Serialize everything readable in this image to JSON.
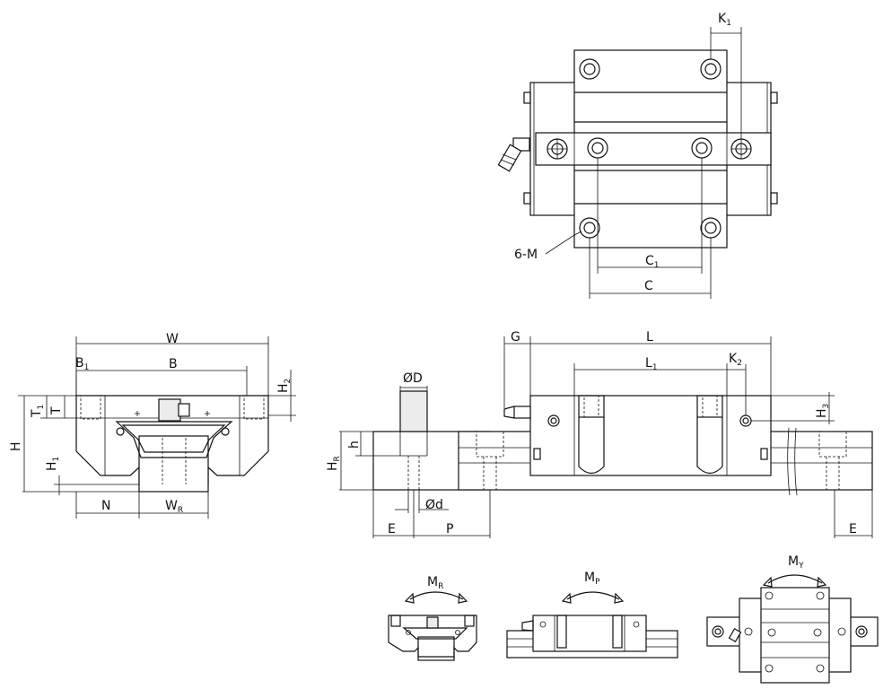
{
  "labels": {
    "K1": {
      "main": "K",
      "sub": "1"
    },
    "C1": {
      "main": "C",
      "sub": "1"
    },
    "C": {
      "main": "C"
    },
    "six_m": {
      "main": "6-M"
    },
    "W": {
      "main": "W"
    },
    "B1": {
      "main": "B",
      "sub": "1"
    },
    "B": {
      "main": "B"
    },
    "H2": {
      "main": "H",
      "sub": "2"
    },
    "T1": {
      "main": "T",
      "sub": "1"
    },
    "T": {
      "main": "T"
    },
    "H": {
      "main": "H"
    },
    "H1": {
      "main": "H",
      "sub": "1"
    },
    "N": {
      "main": "N"
    },
    "WR": {
      "main": "W",
      "sub": "R"
    },
    "phiD": {
      "main": "ØD"
    },
    "h": {
      "main": "h"
    },
    "HR": {
      "main": "H",
      "sub": "R"
    },
    "phid": {
      "main": "Ød"
    },
    "E_left": {
      "main": "E"
    },
    "P": {
      "main": "P"
    },
    "G": {
      "main": "G"
    },
    "L": {
      "main": "L"
    },
    "L1": {
      "main": "L",
      "sub": "1"
    },
    "K2": {
      "main": "K",
      "sub": "2"
    },
    "H3": {
      "main": "H",
      "sub": "3"
    },
    "E_right": {
      "main": "E"
    },
    "MR": {
      "main": "M",
      "sub": "R"
    },
    "MP": {
      "main": "M",
      "sub": "P"
    },
    "MY": {
      "main": "M",
      "sub": "Y"
    }
  }
}
